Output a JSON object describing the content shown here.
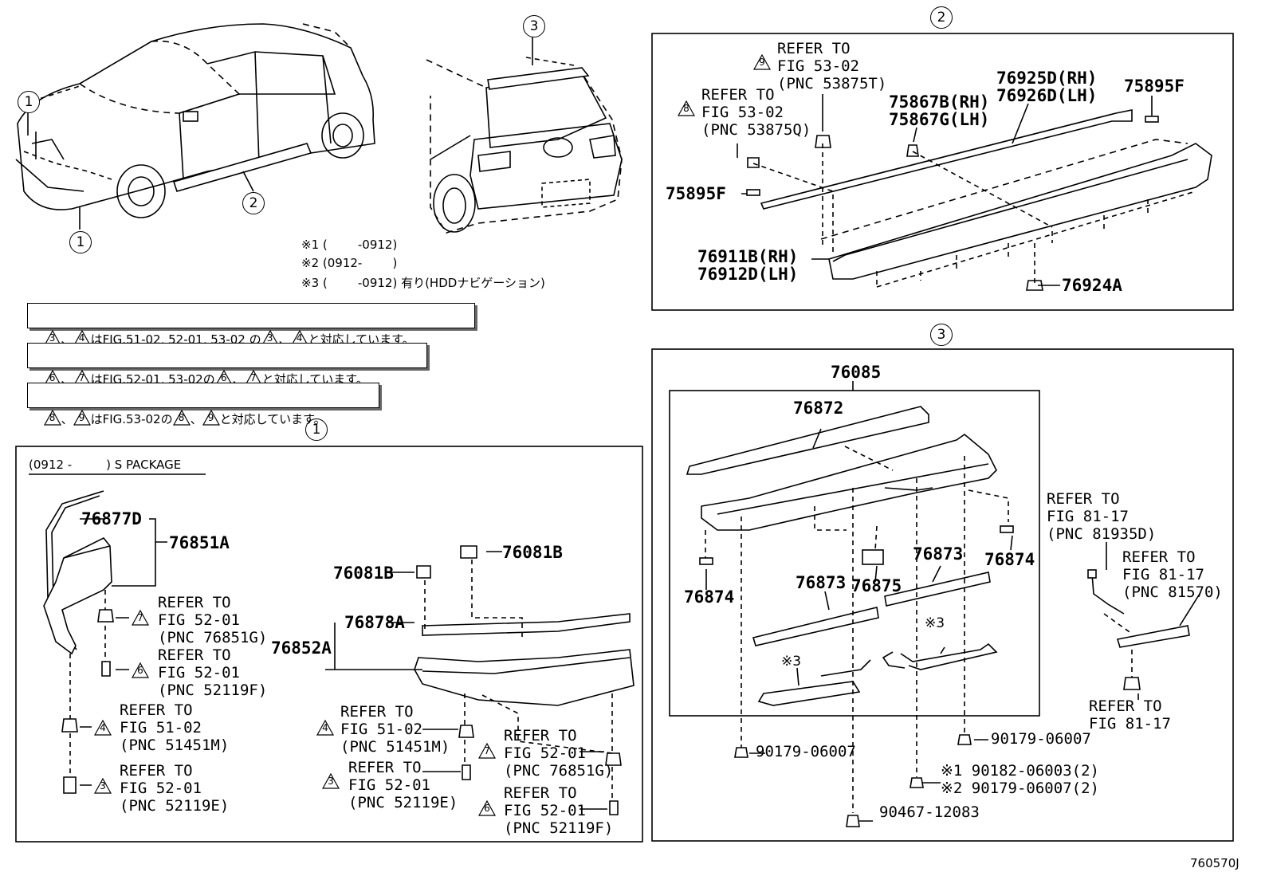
{
  "callouts": {
    "c1": "1",
    "c2": "2",
    "c3": "3"
  },
  "notes": {
    "star1": "※1 (        -0912)",
    "star2": "※2 (0912-        )",
    "star3": "※3 (        -0912) 有り(HDDナビゲーション)"
  },
  "boxes": {
    "b1_sep1": "、",
    "b1_text": "はFIG.51-02, 52-01, 53-02 の",
    "b1_sep2": "、",
    "b1_tail": "と対応しています。",
    "b2_sep1": "、",
    "b2_text": "はFIG.52-01, 53-02の",
    "b2_sep2": "、",
    "b2_tail": "と対応しています。",
    "b3_sep1": "、",
    "b3_text": "はFIG.53-02の",
    "b3_sep2": "、",
    "b3_tail": "と対応しています。"
  },
  "tri": {
    "t3": "3",
    "t4": "4",
    "t6": "6",
    "t7": "7",
    "t8": "8",
    "t9": "9"
  },
  "panel2": {
    "ref9_l1": "REFER TO",
    "ref9_l2": "FIG 53-02",
    "ref9_l3": "(PNC 53875T)",
    "ref8_l1": "REFER TO",
    "ref8_l2": "FIG 53-02",
    "ref8_l3": "(PNC 53875Q)",
    "p75867b": "75867B(RH)",
    "p75867g": "75867G(LH)",
    "p76925d": "76925D(RH)",
    "p76926d": "76926D(LH)",
    "p75895f_r": "75895F",
    "p75895f_l": "75895F",
    "p76911b": "76911B(RH)",
    "p76912d": "76912D(LH)",
    "p76924a": "76924A"
  },
  "panel1": {
    "package": "(0912 -         ) S PACKAGE",
    "p76877d": "76877D",
    "p76851a": "76851A",
    "refA_l1": "REFER TO",
    "refA_l2": "FIG 52-01",
    "refA_l3": "(PNC 76851G)",
    "refB_l1": "REFER TO",
    "refB_l2": "FIG 52-01",
    "refB_l3": "(PNC 52119F)",
    "refC_l1": "REFER TO",
    "refC_l2": "FIG 51-02",
    "refC_l3": "(PNC 51451M)",
    "refD_l1": "REFER TO",
    "refD_l2": "FIG 52-01",
    "refD_l3": "(PNC 52119E)",
    "p76081b_l": "76081B",
    "p76081b_r": "76081B",
    "p76878a": "76878A",
    "p76852a": "76852A",
    "refE_l1": "REFER TO",
    "refE_l2": "FIG 51-02",
    "refE_l3": "(PNC 51451M)",
    "refF_l1": "REFER TO",
    "refF_l2": "FIG 52-01",
    "refF_l3": "(PNC 52119E)",
    "refG_l1": "REFER TO",
    "refG_l2": "FIG 52-01",
    "refG_l3": "(PNC 76851G)",
    "refH_l1": "REFER TO",
    "refH_l2": "FIG 52-01",
    "refH_l3": "(PNC 52119F)"
  },
  "panel3": {
    "p76085": "76085",
    "p76872": "76872",
    "p76873_a": "76873",
    "p76873_b": "76873",
    "p76874_l": "76874",
    "p76874_r": "76874",
    "p76875": "76875",
    "star3_a": "※3",
    "star3_b": "※3",
    "refI_l1": "REFER TO",
    "refI_l2": "FIG 81-17",
    "refI_l3": "(PNC 81935D)",
    "refJ_l1": "REFER TO",
    "refJ_l2": "FIG 81-17",
    "refJ_l3": "(PNC 81570)",
    "refK_l1": "REFER TO",
    "refK_l2": "FIG 81-17",
    "p90179a": "90179-06007",
    "p90179b": "90179-06007",
    "p90182": "※1 90182-06003(2)",
    "p90179c": "※2 90179-06007(2)",
    "p90467": "90467-12083"
  },
  "figure_code": "760570J"
}
